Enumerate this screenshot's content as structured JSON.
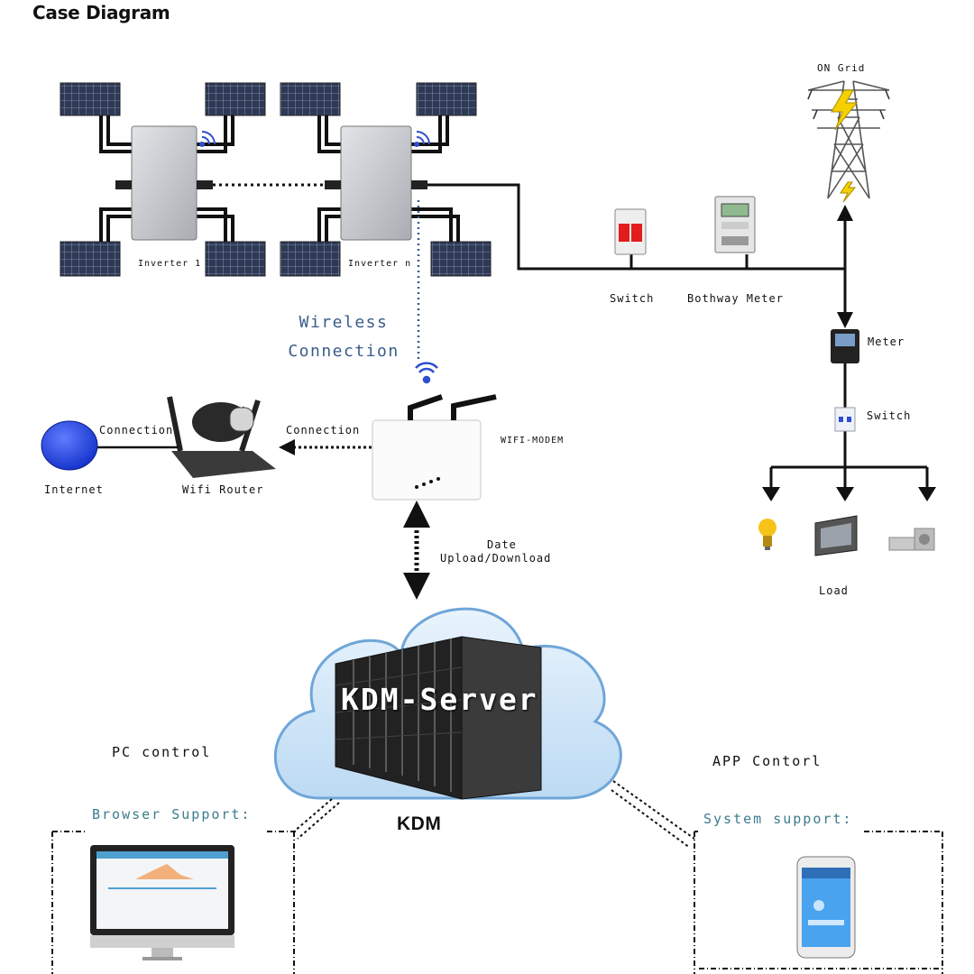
{
  "title": "Case Diagram",
  "labels": {
    "inverter_1": "Inverter 1",
    "inverter_n": "Inverter n",
    "on_grid": "ON Grid",
    "switch_top": "Switch",
    "bothway_meter": "Bothway Meter",
    "meter": "Meter",
    "switch_right": "Switch",
    "load": "Load",
    "wireless_line1": "Wireless",
    "wireless_line2": "Connection",
    "wifi_modem": "WIFI-MODEM",
    "connection_left": "Connection",
    "connection_right": "Connection",
    "internet": "Internet",
    "wifi_router": "Wifi Router",
    "data_line1": "Date",
    "data_line2": "Upload/Download",
    "kdm_server": "KDM-Server",
    "kdm": "KDM",
    "pc_control": "PC control",
    "app_control": "APP Contorl",
    "browser_support": "Browser Support:",
    "system_support": "System support:"
  },
  "colors": {
    "line": "#111111",
    "panel": "#3a4660",
    "inverter": "#c9ccd0",
    "cloud": "#c9e3f7",
    "cloud_edge": "#6fa6d8",
    "internet_globe": "#1f3fe0",
    "bolt": "#f5d000",
    "dotted_blue": "#3a5c8a"
  },
  "icons": [
    "solar-panel-icon",
    "inverter-icon",
    "wifi-signal-icon",
    "transmission-tower-icon",
    "circuit-breaker-icon",
    "meter-icon",
    "light-bulb-icon",
    "tv-icon",
    "air-conditioner-icon",
    "globe-icon",
    "router-icon",
    "modem-icon",
    "server-rack-icon",
    "monitor-icon",
    "smartphone-icon"
  ]
}
